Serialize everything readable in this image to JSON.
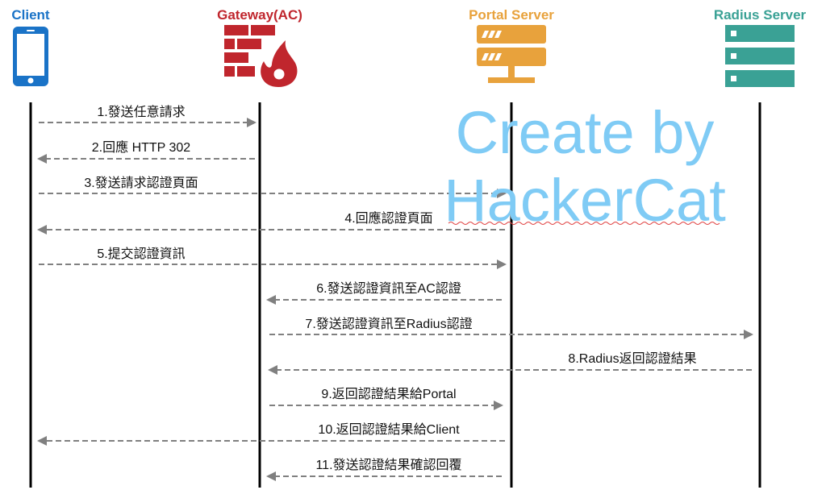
{
  "actors": [
    {
      "id": "client",
      "name": "Client",
      "color": "#1a73c7",
      "icon": "smartphone-icon"
    },
    {
      "id": "gateway",
      "name": "Gateway(AC)",
      "color": "#c0262d",
      "icon": "firewall-icon"
    },
    {
      "id": "portal",
      "name": "Portal Server",
      "color": "#e8a23c",
      "icon": "server-icon"
    },
    {
      "id": "radius",
      "name": "Radius Server",
      "color": "#3aa195",
      "icon": "server-rack-icon"
    }
  ],
  "messages": [
    {
      "label": "1.發送任意請求",
      "from": "client",
      "to": "gateway"
    },
    {
      "label": "2.回應 HTTP 302",
      "from": "gateway",
      "to": "client"
    },
    {
      "label": "3.發送請求認證頁面",
      "from": "client",
      "to": "portal"
    },
    {
      "label": "4.回應認證頁面",
      "from": "portal",
      "to": "client"
    },
    {
      "label": "5.提交認證資訊",
      "from": "client",
      "to": "portal"
    },
    {
      "label": "6.發送認證資訊至AC認證",
      "from": "portal",
      "to": "gateway"
    },
    {
      "label": "7.發送認證資訊至Radius認證",
      "from": "gateway",
      "to": "radius"
    },
    {
      "label": "8.Radius返回認證結果",
      "from": "radius",
      "to": "gateway"
    },
    {
      "label": "9.返回認證結果給Portal",
      "from": "gateway",
      "to": "portal"
    },
    {
      "label": "10.返回認證結果給Client",
      "from": "portal",
      "to": "client"
    },
    {
      "label": "11.發送認證結果確認回覆",
      "from": "portal",
      "to": "gateway"
    }
  ],
  "watermark": {
    "line1": "Create by",
    "line2": "HackerCat",
    "color": "#7fcbf5"
  },
  "arrow_color": "#808080",
  "lifeline_color": "#000000"
}
